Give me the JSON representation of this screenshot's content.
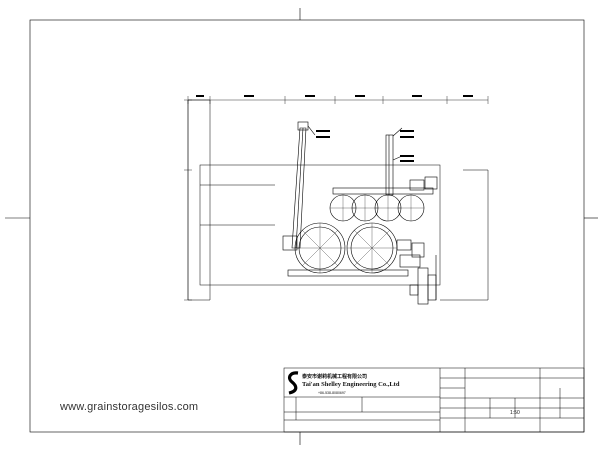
{
  "watermark": {
    "website": "www.grainstoragesilos.com"
  },
  "title_block": {
    "company_cn": "泰安市谢莉机械工程有限公司",
    "company_en": "Tai'an Shelley Engineering Co.,Ltd",
    "phone": "+86-538-8080697",
    "scale": "1:50"
  },
  "colors": {
    "line": "#000000",
    "background": "#ffffff",
    "watermark": "#333333"
  }
}
